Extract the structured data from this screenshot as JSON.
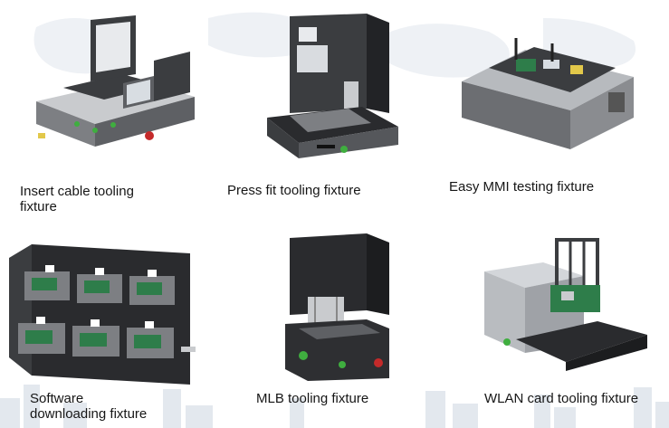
{
  "fixtures": [
    {
      "caption": "Insert cable tooling\nfixture"
    },
    {
      "caption": "Press fit tooling fixture"
    },
    {
      "caption": "Easy MMI testing fixture"
    },
    {
      "caption": "Software\ndownloading fixture"
    },
    {
      "caption": "MLB tooling fixture"
    },
    {
      "caption": "WLAN card tooling fixture"
    }
  ],
  "colors": {
    "body_gray": "#7d7f83",
    "dark_gray": "#3b3d40",
    "light_gray": "#c9cbce",
    "green_led": "#3fae3f",
    "red_button": "#c42a2a",
    "pcb_green": "#2e7d4a",
    "skyline": "#dde3ea"
  }
}
